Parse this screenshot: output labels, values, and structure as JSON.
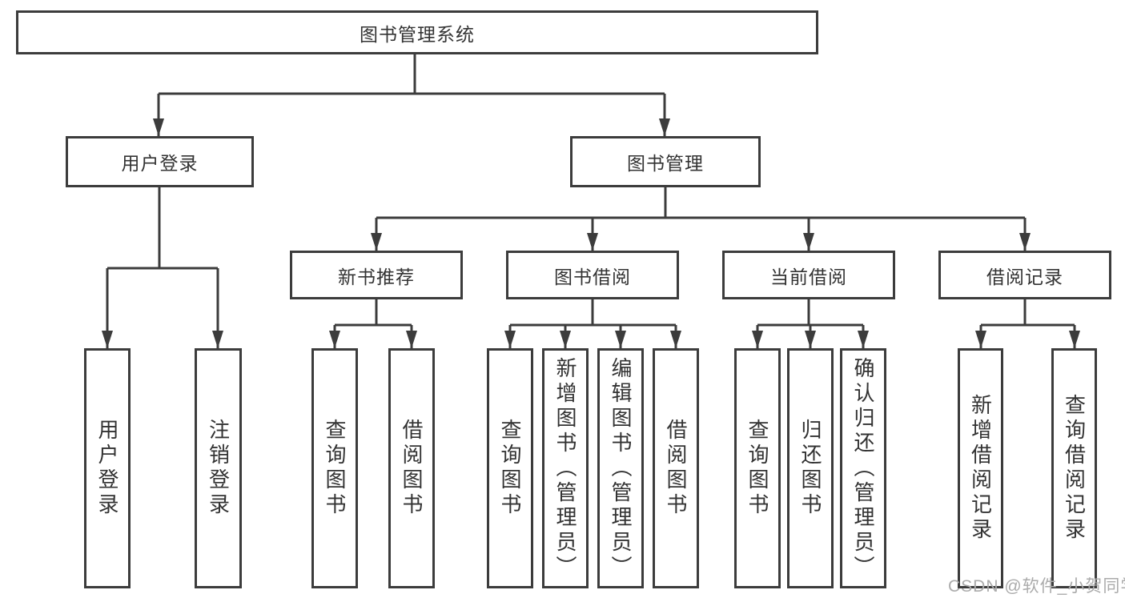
{
  "tree": {
    "root": {
      "label": "图书管理系统"
    },
    "branches": [
      {
        "label": "用户登录",
        "children": [
          {
            "label": "用户登录"
          },
          {
            "label": "注销登录"
          }
        ]
      },
      {
        "label": "图书管理",
        "children": [
          {
            "label": "新书推荐",
            "children": [
              {
                "label": "查询图书"
              },
              {
                "label": "借阅图书"
              }
            ]
          },
          {
            "label": "图书借阅",
            "children": [
              {
                "label": "查询图书"
              },
              {
                "label": "新增图书（管理员）"
              },
              {
                "label": "编辑图书（管理员）"
              },
              {
                "label": "借阅图书"
              }
            ]
          },
          {
            "label": "当前借阅",
            "children": [
              {
                "label": "查询图书"
              },
              {
                "label": "归还图书"
              },
              {
                "label": "确认归还（管理员）"
              }
            ]
          },
          {
            "label": "借阅记录",
            "children": [
              {
                "label": "新增借阅记录"
              },
              {
                "label": "查询借阅记录"
              }
            ]
          }
        ]
      }
    ]
  },
  "watermark": {
    "text": "CSDN @软件_小贺同学"
  },
  "colors": {
    "line": "#3c3c3c",
    "text": "#333333",
    "watermark": "#ababab",
    "background": "#ffffff"
  }
}
